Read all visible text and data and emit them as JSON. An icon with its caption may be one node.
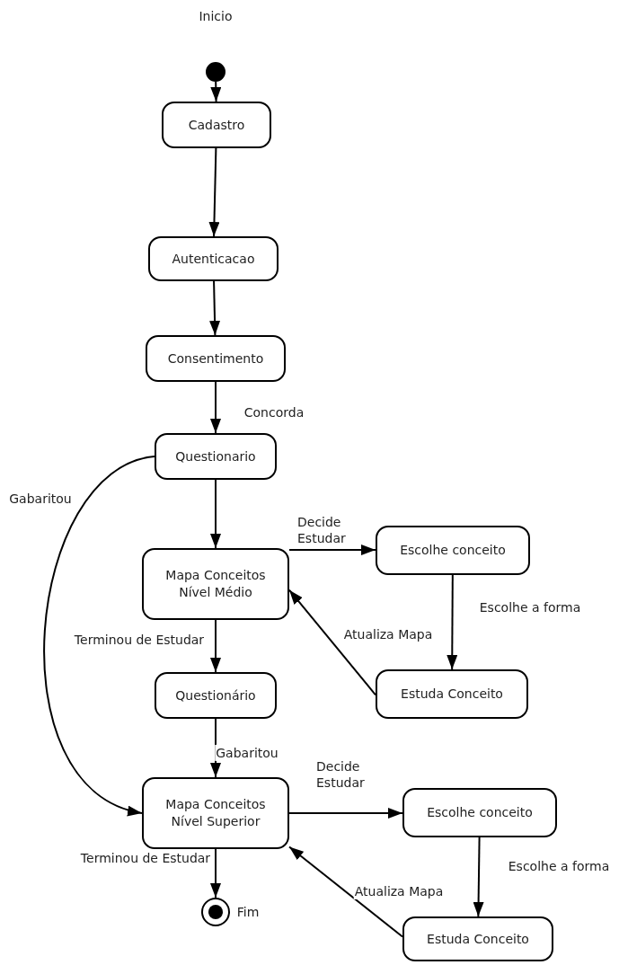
{
  "diagram": {
    "nodes": [
      {
        "text": [],
        "shape": "circle",
        "beside": [
          "Inicio"
        ]
      },
      {
        "text": [
          "Cadastro"
        ]
      },
      {
        "text": [
          "Autenticacao"
        ]
      },
      {
        "text": [
          "Consentimento"
        ]
      },
      {
        "text": [
          "Questionario"
        ]
      },
      {
        "text": [
          "Mapa Conceitos Nível Médio"
        ]
      },
      {
        "text": [
          "Escolhe conceito"
        ]
      },
      {
        "text": [
          "Estuda Conceito"
        ]
      },
      {
        "text": [
          "Questionário"
        ]
      },
      {
        "text": [
          "Mapa Conceitos Nível Superior"
        ]
      },
      {
        "text": [
          "Escolhe conceito"
        ]
      },
      {
        "text": [
          "Estuda Conceito"
        ]
      },
      {
        "text": [],
        "shape": "circle",
        "beside": [
          "Fim"
        ]
      }
    ],
    "edges": [
      {
        "from": 0,
        "to": 1,
        "arrow": "to"
      },
      {
        "from": 1,
        "to": 2,
        "arrow": "to"
      },
      {
        "from": 2,
        "to": 3,
        "arrow": "to"
      },
      {
        "from": 3,
        "to": 4,
        "arrow": "to",
        "label": "Concorda"
      },
      {
        "from": 4,
        "to": 5,
        "arrow": "to"
      },
      {
        "from": 5,
        "to": 6,
        "arrow": "to",
        "label": "Decide Estudar"
      },
      {
        "from": 6,
        "to": 7,
        "arrow": "to",
        "label": "Escolhe a forma"
      },
      {
        "from": 7,
        "to": 5,
        "arrow": "to",
        "label": "Atualiza Mapa"
      },
      {
        "from": 5,
        "to": 8,
        "arrow": "to",
        "label": "Terminou de Estudar"
      },
      {
        "from": 8,
        "to": 9,
        "arrow": "to",
        "label": "Gabaritou"
      },
      {
        "from": 4,
        "to": 9,
        "arrow": "to",
        "label": "Gabaritou"
      },
      {
        "from": 9,
        "to": 10,
        "arrow": "to",
        "label": "Decide Estudar"
      },
      {
        "from": 10,
        "to": 11,
        "arrow": "to",
        "label": "Escolhe a forma"
      },
      {
        "from": 11,
        "to": 9,
        "arrow": "to",
        "label": "Atualiza Mapa"
      },
      {
        "from": 9,
        "to": 12,
        "arrow": "to",
        "label": "Terminou de Estudar"
      }
    ]
  }
}
